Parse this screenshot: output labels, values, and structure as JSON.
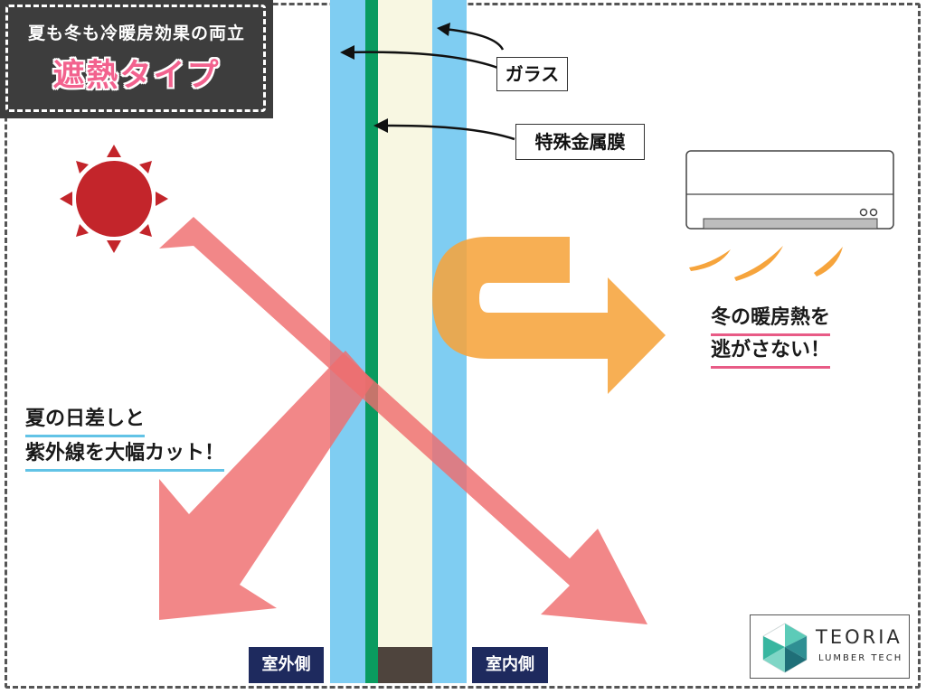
{
  "title": {
    "subtitle": "夏も冬も冷暖房効果の両立",
    "main": "遮熱タイプ"
  },
  "callouts": {
    "glass": "ガラス",
    "metal_film": "特殊金属膜"
  },
  "annotations": {
    "summer_line1": "夏の日差しと",
    "summer_line2": "紫外線を大幅カット！",
    "winter_line1": "冬の暖房熱を",
    "winter_line2": "逃がさない！"
  },
  "side_labels": {
    "outdoor": "室外側",
    "indoor": "室内側"
  },
  "logo": {
    "main": "TEORIA",
    "sub": "LUMBER TECH"
  },
  "colors": {
    "glass": "#7fcdf2",
    "metal_film": "#0a9b5f",
    "air_gap": "#f8f7e2",
    "sun": "#c3252b",
    "sun_ray": "#ef6c6e",
    "heat_arrow": "#f6a43c",
    "dark_label": "#1e2a5e"
  }
}
